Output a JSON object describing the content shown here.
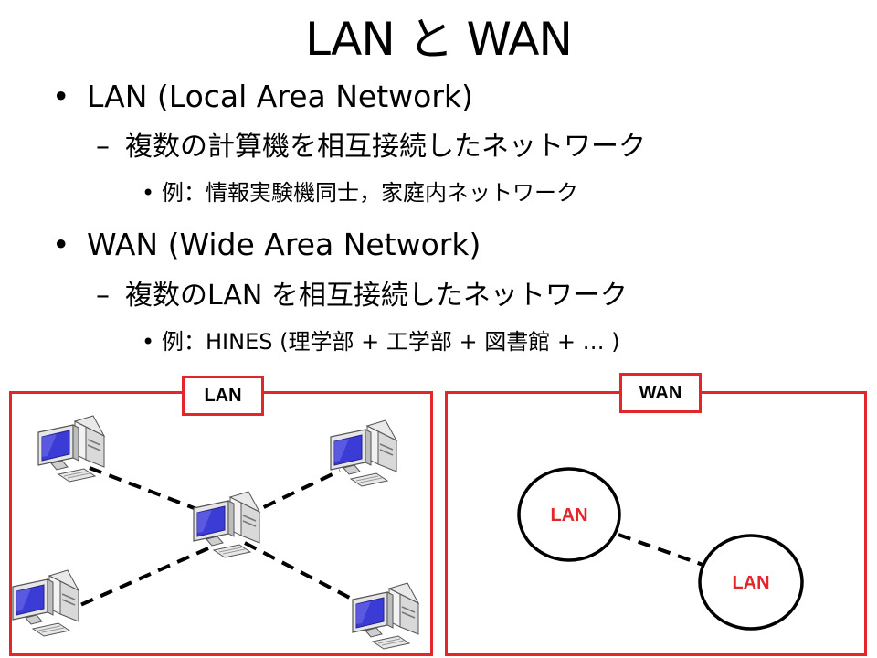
{
  "slide": {
    "title": "LAN と WAN",
    "bullet_marker": "•",
    "dash_marker": "–",
    "bullets": [
      {
        "text": "LAN (Local Area Network)"
      },
      {
        "text": "複数の計算機を相互接続したネットワーク"
      },
      {
        "text": "例：情報実験機同士，家庭内ネットワーク"
      },
      {
        "text": "WAN (Wide Area Network)"
      },
      {
        "text": "複数のLAN を相互接続したネットワーク"
      },
      {
        "text": "例：HINES (理学部 + 工学部 + 図書館 + … )"
      }
    ]
  },
  "lan_panel": {
    "label": "LAN",
    "computers": 5,
    "icon": "desktop-computer-icon"
  },
  "wan_panel": {
    "label": "WAN",
    "nodes": [
      {
        "label": "LAN"
      },
      {
        "label": "LAN"
      }
    ]
  },
  "colors": {
    "frame": "#e3262a",
    "node_label": "#e3262a",
    "link": "#000000",
    "screen": "#3333cc"
  }
}
